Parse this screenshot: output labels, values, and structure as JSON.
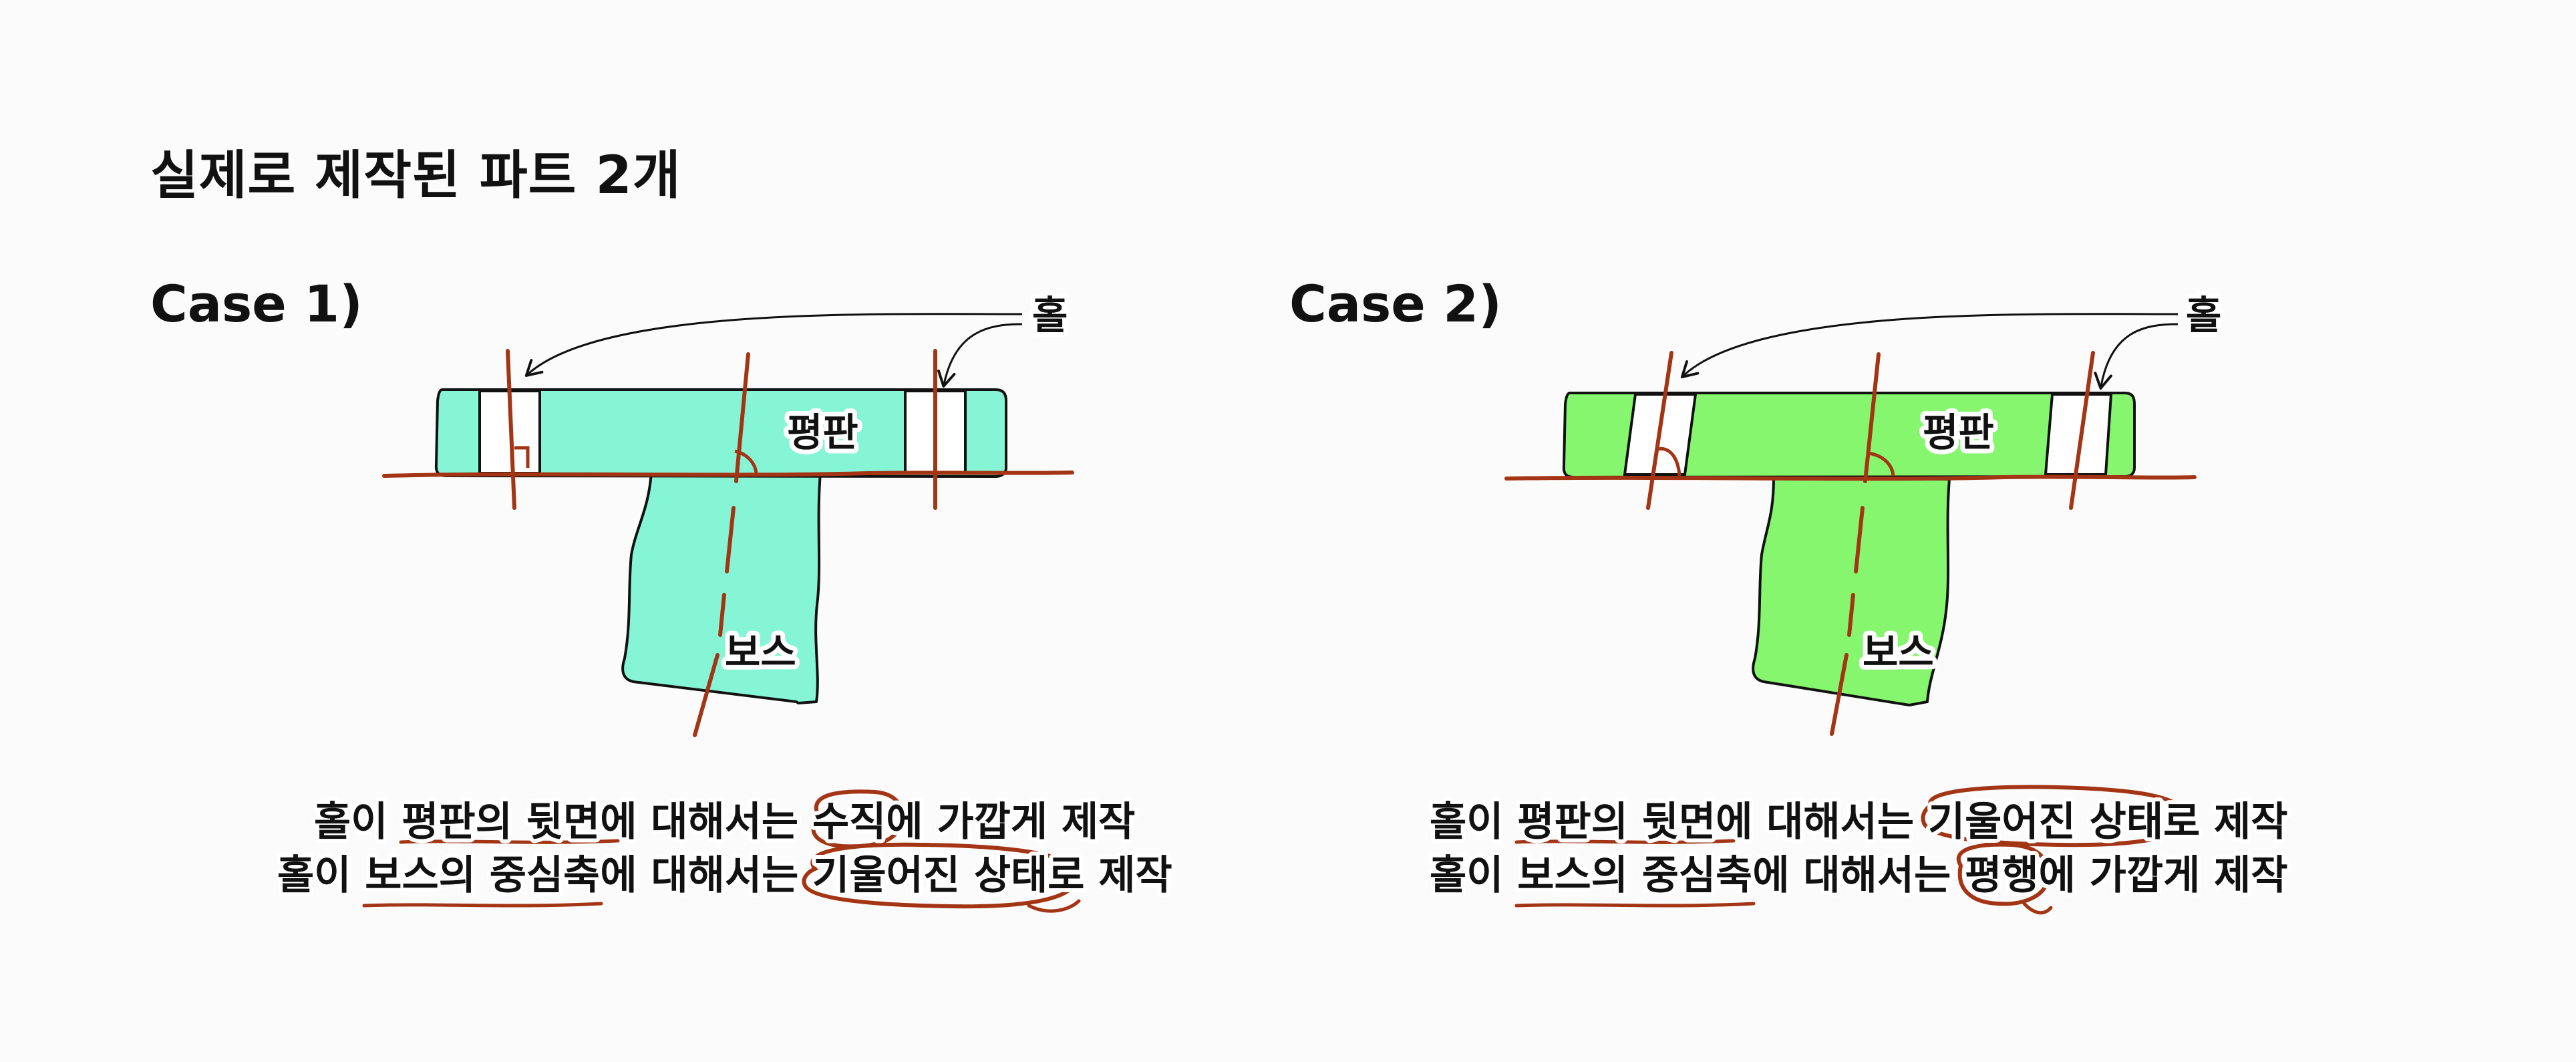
{
  "title": "실제로 제작된 파트 2개",
  "colors": {
    "case1_fill": "#86f5d6",
    "case2_fill": "#86f66e",
    "annotation": "#a33515",
    "outline": "#111111"
  },
  "cases": [
    {
      "label": "Case 1)",
      "hole_label": "홀",
      "plate_label": "평판",
      "boss_label": "보스",
      "captions": [
        {
          "before": "홀이 ",
          "underline": "평판의 뒷면",
          "middle": "에 대해서는 ",
          "circled": "수직",
          "after": "에 가깝게 제작"
        },
        {
          "before": "홀이 ",
          "underline": "보스의 중심축",
          "middle": "에 대해서는 ",
          "circled": "기울어진 상태",
          "after": "로 제작"
        }
      ]
    },
    {
      "label": "Case 2)",
      "hole_label": "홀",
      "plate_label": "평판",
      "boss_label": "보스",
      "captions": [
        {
          "before": "홀이 ",
          "underline": "평판의 뒷면",
          "middle": "에 대해서는 ",
          "circled": "기울어진 상태",
          "after": "로 제작"
        },
        {
          "before": "홀이 ",
          "underline": "보스의 중심축",
          "middle": "에 대해서는 ",
          "circled": "평행",
          "after": "에 가깝게 제작"
        }
      ]
    }
  ]
}
